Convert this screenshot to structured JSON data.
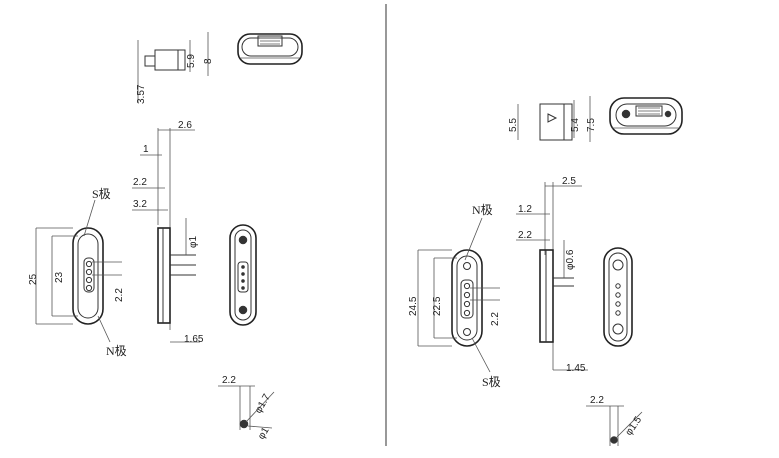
{
  "left": {
    "side_view": {
      "d1": "3.57",
      "d2": "5.9",
      "d3": "8"
    },
    "profile": {
      "top": "2.6",
      "d1": "1",
      "d2": "2.2",
      "d3": "3.2",
      "pin_dia": "φ1",
      "bottom": "1.65"
    },
    "face": {
      "h_outer": "25",
      "h_inner": "23",
      "pitch": "2.2",
      "label_top": "S极",
      "label_bottom": "N极"
    },
    "pin_detail": {
      "top": "2.2",
      "d1": "φ1.7",
      "d2": "φ1"
    }
  },
  "right": {
    "side_view": {
      "d1": "5.5",
      "d2": "5.4",
      "d3": "7.5"
    },
    "profile": {
      "top": "2.5",
      "d1": "1.2",
      "d2": "2.2",
      "pin_dia": "φ0.6",
      "bottom": "1.45"
    },
    "face": {
      "h_outer": "24.5",
      "h_inner": "22.5",
      "pitch": "2.2",
      "label_top": "N极",
      "label_bottom": "S极"
    },
    "pin_detail": {
      "top": "2.2",
      "d1": "φ1.5"
    }
  }
}
